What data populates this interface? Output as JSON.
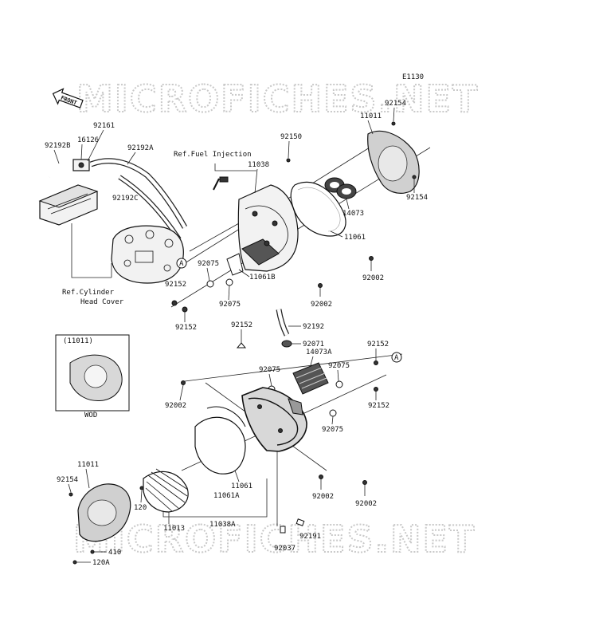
{
  "diagram_code": "E1130",
  "front_label": "FRONT",
  "watermark": "MICROFICHES.NET",
  "labels": {
    "p92161": "92161",
    "p16126": "16126",
    "p92192B": "92192B",
    "p92192A": "92192A",
    "p92192C": "92192C",
    "ref_fuel": "Ref.Fuel Injection",
    "p92150": "92150",
    "p11038": "11038",
    "p92154_top": "92154",
    "p11011_top": "11011",
    "p92154_right": "92154",
    "p14073": "14073",
    "p11061": "11061",
    "p92002_r1": "92002",
    "p92002_r2": "92002",
    "p11061B": "11061B",
    "p92075_a": "92075",
    "p92075_b": "92075",
    "p92152_a": "92152",
    "p92152_b": "92152",
    "ref_cyl_1": "Ref.Cylinder",
    "ref_cyl_2": "Head Cover",
    "circle_a_left": "A",
    "circle_a_right": "A",
    "inset_title": "(11011)",
    "inset_caption": "WOD",
    "p92152_c": "92152",
    "p92192": "92192",
    "p92071": "92071",
    "p14073A": "14073A",
    "p92152_d": "92152",
    "p92075_c": "92075",
    "p92075_d": "92075",
    "p92002_l": "92002",
    "p92152_e": "92152",
    "p92075_e": "92075",
    "p11011_bot": "11011",
    "p92154_bot": "92154",
    "p120": "120",
    "p11061_bot": "11061",
    "p11061A": "11061A",
    "p92002_b1": "92002",
    "p92002_b2": "92002",
    "p11013": "11013",
    "p11038A": "11038A",
    "p92191": "92191",
    "p92037": "92037",
    "p410": "410",
    "p120A": "120A"
  }
}
